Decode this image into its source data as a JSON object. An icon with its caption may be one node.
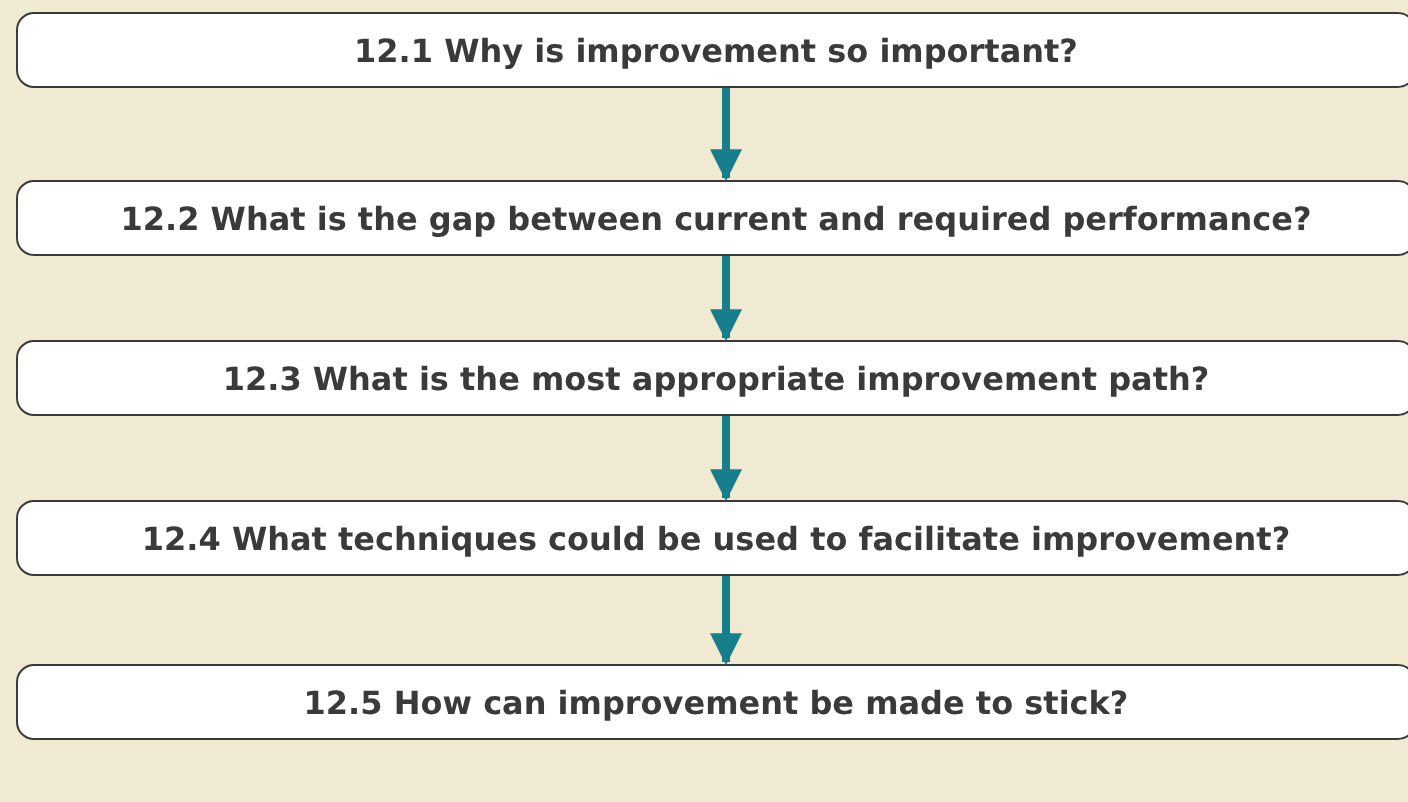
{
  "diagram": {
    "nodes": [
      {
        "text": [
          "12.1 Why is improvement so important?"
        ]
      },
      {
        "text": [
          "12.2 What is the gap between current and required performance?"
        ]
      },
      {
        "text": [
          "12.3 What is the most appropriate improvement path?"
        ]
      },
      {
        "text": [
          "12.4 What techniques could be used to facilitate improvement?"
        ]
      },
      {
        "text": [
          "12.5 How can improvement be made to stick?"
        ]
      }
    ],
    "edges": [
      {
        "from": 0,
        "to": 1,
        "arrow": "to"
      },
      {
        "from": 1,
        "to": 2,
        "arrow": "to"
      },
      {
        "from": 2,
        "to": 3,
        "arrow": "to"
      },
      {
        "from": 3,
        "to": 4,
        "arrow": "to"
      }
    ]
  }
}
